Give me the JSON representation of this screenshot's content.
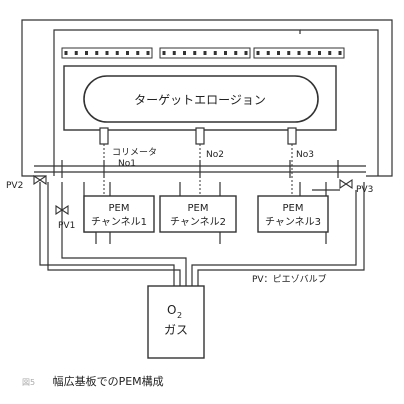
{
  "target_label": "ターゲットエロージョン",
  "collimator_label": "コリメータ",
  "collimators": [
    "No1",
    "No2",
    "No3"
  ],
  "pem_channels": [
    {
      "line1": "PEM",
      "line2": "チャンネル1"
    },
    {
      "line1": "PEM",
      "line2": "チャンネル2"
    },
    {
      "line1": "PEM",
      "line2": "チャンネル3"
    }
  ],
  "valves": {
    "pv1": "PV1",
    "pv2": "PV2",
    "pv3": "PV3"
  },
  "legend": "PV：ピエゾバルブ",
  "gas": {
    "o": "O",
    "sub": "2",
    "label": "ガス"
  },
  "caption": {
    "fig": "図5",
    "text": "幅広基板でのPEM構成"
  }
}
